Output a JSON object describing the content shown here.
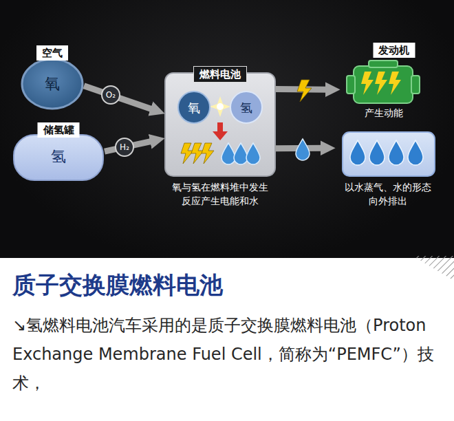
{
  "diagram": {
    "title": "质子交换膜燃料电池",
    "caption": "↘氢燃料电池汽车采用的是质子交换膜燃料电池（Proton Exchange Membrane Fuel Cell，简称为“PEMFC”）技术，",
    "nodes": [
      {
        "text": [
          "空气",
          "氧"
        ]
      },
      {
        "text": [
          "储氢罐",
          "氢"
        ]
      },
      {
        "text": [
          "燃料电池",
          "氧与氢在燃料堆中发生反应产生电能和水"
        ]
      },
      {
        "text": [
          "氧"
        ],
        "in": 2
      },
      {
        "text": [
          "氢"
        ],
        "in": 2
      },
      {
        "text": [
          "发动机",
          "产生动能"
        ]
      },
      {
        "text": [
          "以水蒸气、水的形态向外排出"
        ]
      }
    ],
    "edges": [
      {
        "from": 0,
        "to": 2,
        "label": "O₂",
        "arrow": "to"
      },
      {
        "from": 1,
        "to": 2,
        "label": "H₂",
        "arrow": "to"
      },
      {
        "from": 2,
        "to": 5,
        "arrow": "to"
      },
      {
        "from": 2,
        "to": 6,
        "arrow": "to"
      }
    ]
  }
}
